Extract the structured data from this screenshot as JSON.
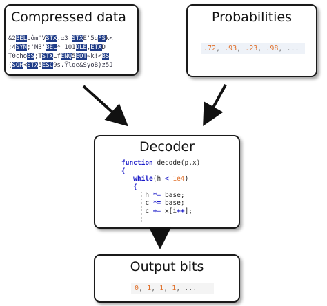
{
  "compressed": {
    "title": "Compressed data",
    "lines": [
      [
        {
          "t": "&2"
        },
        {
          "t": "BEL",
          "hl": true
        },
        {
          "t": "bôm'V"
        },
        {
          "t": "STX",
          "hl": true
        },
        {
          "t": ".α3 "
        },
        {
          "t": "STX",
          "hl": true
        },
        {
          "t": "E'5g"
        },
        {
          "t": "FS",
          "hl": true
        },
        {
          "t": "k<"
        }
      ],
      [
        {
          "t": ";4"
        },
        {
          "t": "SYN",
          "hl": true
        },
        {
          "t": ";'M3'"
        },
        {
          "t": "BEL",
          "hl": true
        },
        {
          "t": "* 101"
        },
        {
          "t": "DLE",
          "hl": true
        },
        {
          "t": ","
        },
        {
          "t": "ETX",
          "hl": true
        },
        {
          "t": "D"
        }
      ],
      [
        {
          "t": "T0cho"
        },
        {
          "t": "BS",
          "hl": true
        },
        {
          "t": ";T"
        },
        {
          "t": "STX",
          "hl": true
        },
        {
          "t": "Lf"
        },
        {
          "t": "ENQ",
          "hl": true
        },
        {
          "t": "5"
        },
        {
          "t": "EOT",
          "hl": true
        },
        {
          "t": "~k!<"
        },
        {
          "t": "BS",
          "hl": true
        }
      ],
      [
        {
          "t": "("
        },
        {
          "t": "SOH",
          "hl": true
        },
        {
          "t": "<"
        },
        {
          "t": "STX",
          "hl": true
        },
        {
          "t": "5"
        },
        {
          "t": "ESC",
          "hl": true
        },
        {
          "t": "9s.Ÿlqe&SyoB)z5J"
        }
      ]
    ]
  },
  "probabilities": {
    "title": "Probabilities",
    "values": [
      ".72",
      ".93",
      ".23",
      ".98"
    ],
    "ellipsis": "..."
  },
  "decoder": {
    "title": "Decoder",
    "code": [
      {
        "indent": 0,
        "tokens": [
          {
            "t": "function",
            "c": "kw"
          },
          {
            "t": " decode(p,x)"
          }
        ]
      },
      {
        "indent": 0,
        "tokens": [
          {
            "t": "{",
            "c": "kw"
          }
        ]
      },
      {
        "indent": 1,
        "tokens": [
          {
            "t": "while",
            "c": "kw"
          },
          {
            "t": "(h "
          },
          {
            "t": "<",
            "c": "op"
          },
          {
            "t": " "
          },
          {
            "t": "1e4",
            "c": "lit"
          },
          {
            "t": ")"
          }
        ]
      },
      {
        "indent": 1,
        "tokens": [
          {
            "t": "{",
            "c": "kw"
          }
        ]
      },
      {
        "indent": 2,
        "tokens": [
          {
            "t": "h "
          },
          {
            "t": "*=",
            "c": "op"
          },
          {
            "t": " base;"
          }
        ]
      },
      {
        "indent": 2,
        "tokens": [
          {
            "t": "c "
          },
          {
            "t": "*=",
            "c": "op"
          },
          {
            "t": " base;"
          }
        ]
      },
      {
        "indent": 2,
        "tokens": [
          {
            "t": "c "
          },
          {
            "t": "+=",
            "c": "op"
          },
          {
            "t": " x[i"
          },
          {
            "t": "++",
            "c": "op"
          },
          {
            "t": "];"
          }
        ]
      }
    ]
  },
  "output": {
    "title": "Output bits",
    "bits": [
      "0",
      "1",
      "1",
      "1"
    ],
    "ellipsis": "..."
  },
  "colors": {
    "highlight_bg": "#1f3c88",
    "keyword": "#1a1ac8",
    "number": "#e0702a",
    "border": "#1a1a1a"
  }
}
